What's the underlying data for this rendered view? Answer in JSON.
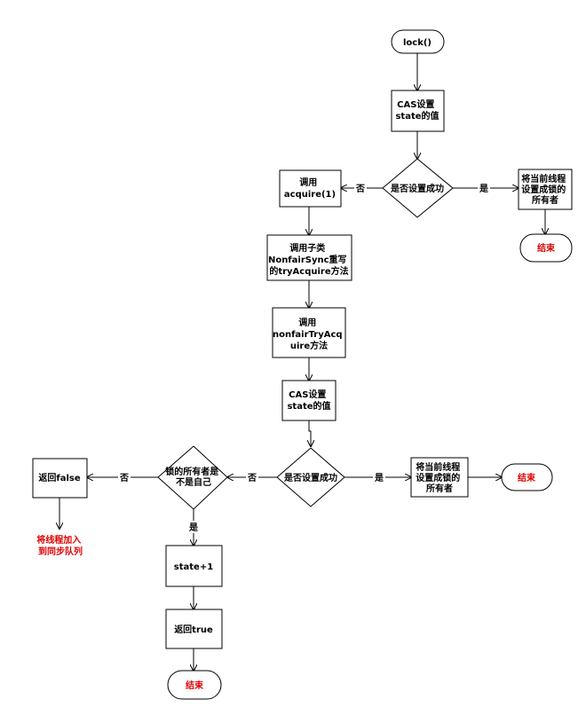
{
  "nodes": {
    "lock": {
      "lines": [
        "lock()"
      ]
    },
    "cas1": {
      "lines": [
        "CAS设置",
        "state的值"
      ]
    },
    "dec1": {
      "lines": [
        "是否设置成功"
      ]
    },
    "owner1": {
      "lines": [
        "将当前线程",
        "设置成锁的",
        "所有者"
      ]
    },
    "end1": {
      "lines": [
        "结束"
      ]
    },
    "acquire": {
      "lines": [
        "调用",
        "acquire(1)"
      ]
    },
    "tryacq": {
      "lines": [
        "调用子类",
        "NonfairSync重写",
        "的tryAcquire方法"
      ]
    },
    "nonfair": {
      "lines": [
        "调用",
        "nonfairTryAcq",
        "uire方法"
      ]
    },
    "cas2": {
      "lines": [
        "CAS设置",
        "state的值"
      ]
    },
    "dec2": {
      "lines": [
        "是否设置成功"
      ]
    },
    "owner2": {
      "lines": [
        "将当前线程",
        "设置成锁的",
        "所有者"
      ]
    },
    "end2": {
      "lines": [
        "结束"
      ]
    },
    "dec3": {
      "lines": [
        "锁的所有者是",
        "不是自己"
      ]
    },
    "retfalse": {
      "lines": [
        "返回false"
      ]
    },
    "queue": {
      "lines": [
        "将线程加入",
        "到同步队列"
      ]
    },
    "stateplus": {
      "lines": [
        "state+1"
      ]
    },
    "rettrue": {
      "lines": [
        "返回true"
      ]
    },
    "end3": {
      "lines": [
        "结束"
      ]
    }
  },
  "edge_labels": {
    "yes": "是",
    "no": "否"
  }
}
